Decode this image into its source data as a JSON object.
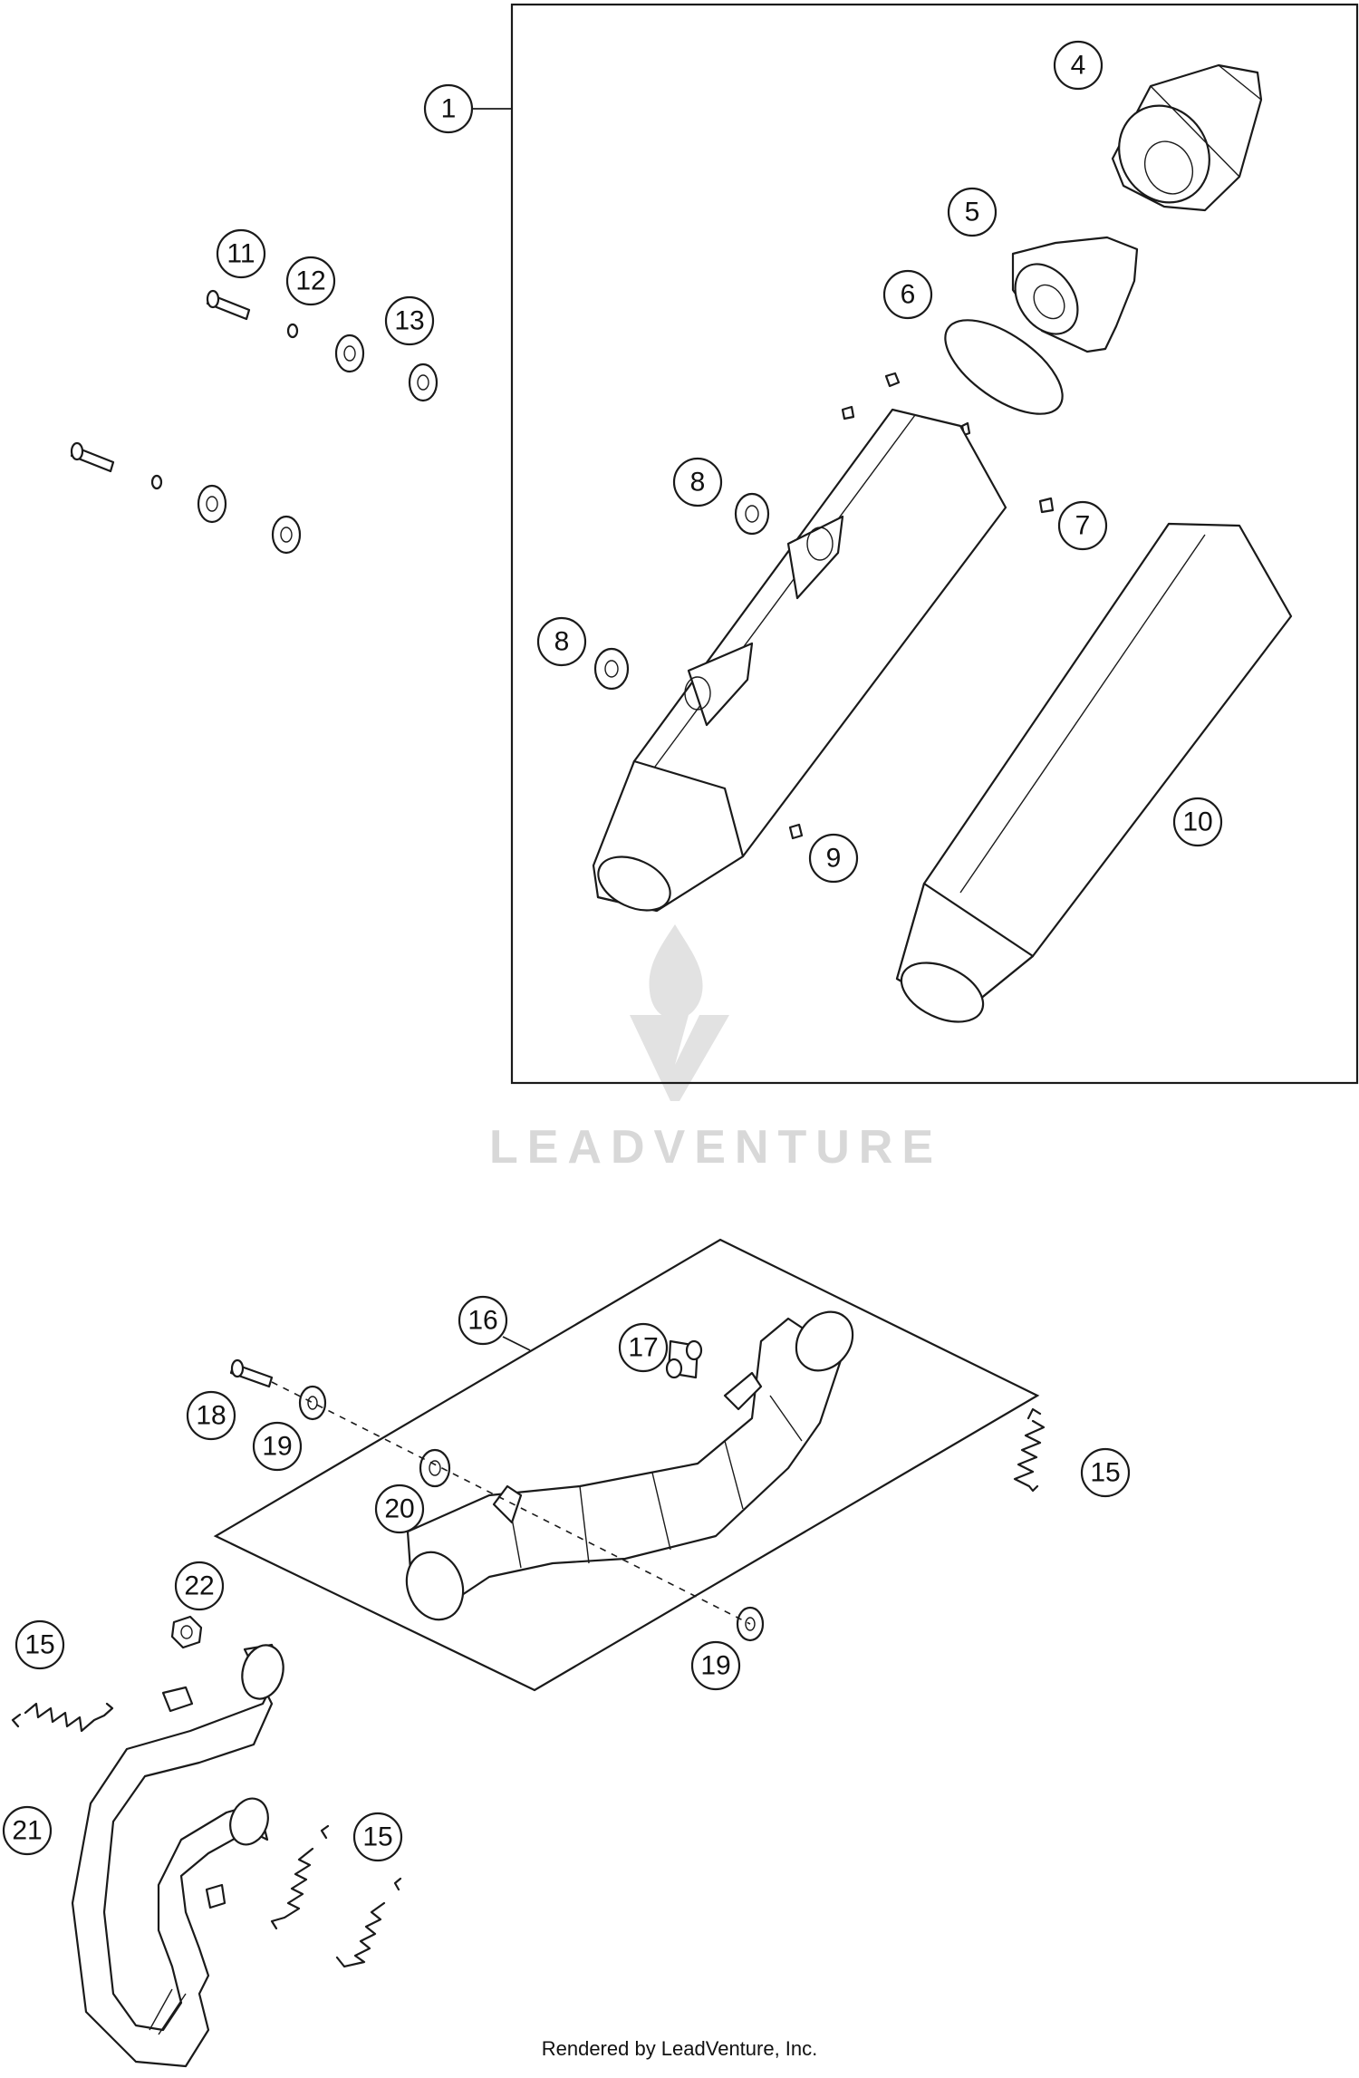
{
  "callouts": {
    "c1": "1",
    "c4": "4",
    "c5": "5",
    "c6": "6",
    "c7": "7",
    "c8a": "8",
    "c8b": "8",
    "c9": "9",
    "c10": "10",
    "c11": "11",
    "c12": "12",
    "c13": "13",
    "c15a": "15",
    "c15b": "15",
    "c15c": "15",
    "c16": "16",
    "c17": "17",
    "c18": "18",
    "c19a": "19",
    "c19b": "19",
    "c20": "20",
    "c21": "21",
    "c22": "22"
  },
  "watermark": {
    "brand": "LEADVENTURE"
  },
  "footer": {
    "credit": "Rendered by LeadVenture, Inc."
  }
}
